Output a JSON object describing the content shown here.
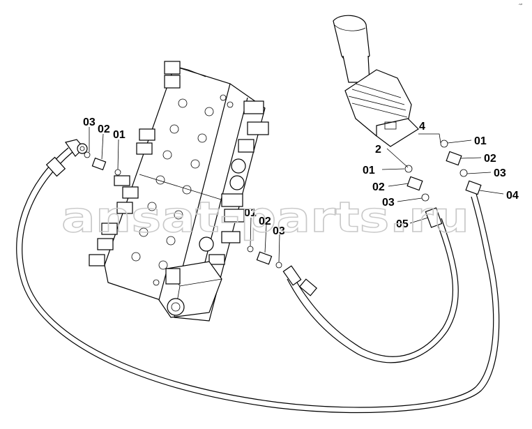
{
  "watermark": "ansat-parts.ru",
  "labels": {
    "l1_03": "03",
    "l1_02": "02",
    "l1_01": "01",
    "l2_01": "01",
    "l2_02": "02",
    "l2_03": "03",
    "l3_01": "01",
    "l3_02": "02",
    "l3_03": "03",
    "l3_05": "05",
    "l4_01": "01",
    "l4_02": "02",
    "l4_03": "03",
    "l4_04": "04",
    "item_2": "2",
    "item_4": "4"
  },
  "corner_mark": "′″"
}
